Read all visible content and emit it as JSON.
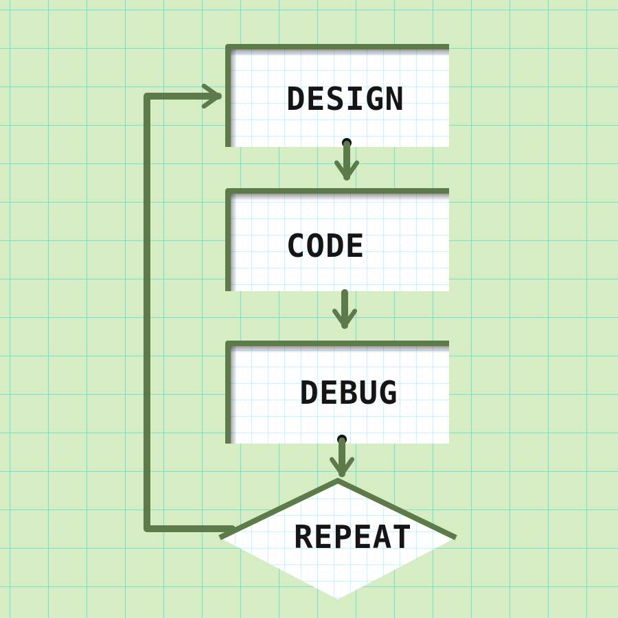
{
  "diagram": {
    "nodes": [
      {
        "id": "design",
        "label": "DESIGN",
        "shape": "rect"
      },
      {
        "id": "code",
        "label": "CODE",
        "shape": "rect"
      },
      {
        "id": "debug",
        "label": "DEBUG",
        "shape": "rect"
      },
      {
        "id": "repeat",
        "label": "REPEAT",
        "shape": "diamond"
      }
    ],
    "edges": [
      {
        "from": "design",
        "to": "code"
      },
      {
        "from": "code",
        "to": "debug"
      },
      {
        "from": "debug",
        "to": "repeat"
      },
      {
        "from": "repeat",
        "to": "design",
        "route": "loop-left"
      }
    ]
  },
  "colors": {
    "page_background": "#d6ecc2",
    "page_grid": "#7fcfb6",
    "card_background": "#ffffff",
    "card_grid": "#a9dcf2",
    "arrow": "#5c7a4a",
    "text": "#151515"
  }
}
